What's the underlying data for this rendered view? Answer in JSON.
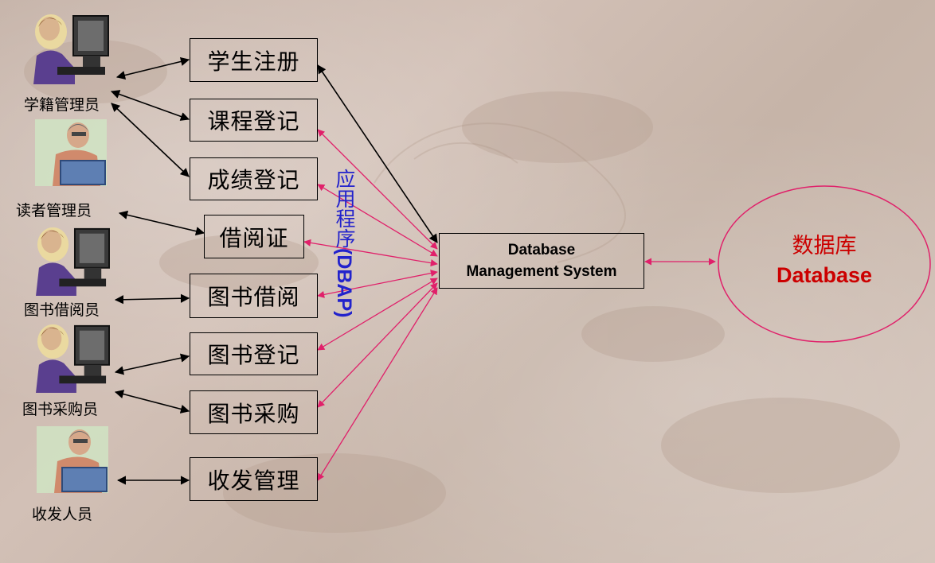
{
  "roles": [
    {
      "id": "registrar",
      "label": "学籍管理员",
      "icon": "clerk-female-computer-icon"
    },
    {
      "id": "reader-admin",
      "label": "读者管理员",
      "icon": "clerk-male-laptop-icon"
    },
    {
      "id": "librarian-borrow",
      "label": "图书借阅员",
      "icon": "clerk-female-computer-icon"
    },
    {
      "id": "purchaser",
      "label": "图书采购员",
      "icon": "clerk-female-computer-icon"
    },
    {
      "id": "mailroom",
      "label": "收发人员",
      "icon": "clerk-male-laptop-icon"
    }
  ],
  "apps": [
    {
      "id": "student-registration",
      "label": "学生注册"
    },
    {
      "id": "course-registration",
      "label": "课程登记"
    },
    {
      "id": "grade-registration",
      "label": "成绩登记"
    },
    {
      "id": "library-card",
      "label": "借阅证"
    },
    {
      "id": "book-borrowing",
      "label": "图书借阅"
    },
    {
      "id": "book-registration",
      "label": "图书登记"
    },
    {
      "id": "book-purchasing",
      "label": "图书采购"
    },
    {
      "id": "mail-management",
      "label": "收发管理"
    }
  ],
  "dbap_label": {
    "cn": "应用程序",
    "en": "(DBAP)"
  },
  "dbms": {
    "line1": "Database",
    "line2": "Management System"
  },
  "database": {
    "cn": "数据库",
    "en": "Database"
  },
  "colors": {
    "arrow_black": "#000000",
    "arrow_pink": "#e0206a",
    "db_text": "#cc0000",
    "dbap_text": "#2222cc"
  }
}
